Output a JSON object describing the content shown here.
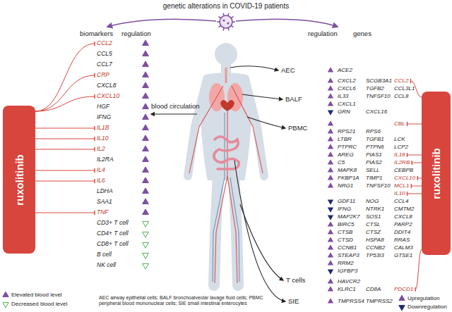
{
  "diagram": {
    "title": "genetic alterations in COVID-19 patients",
    "nodes": [
      {
        "text": [
          "ruxolitinib"
        ]
      },
      {
        "text": [
          "ruxolitinib"
        ]
      }
    ],
    "labels": [
      "biomarkers",
      "regulation",
      "regulation",
      "genes",
      "blood circulation",
      "AEC",
      "BALF",
      "PBMC",
      "T cells",
      "SIE",
      "CCL2",
      "CCL5",
      "CCL7",
      "CRP",
      "CXCL8",
      "CXCL10",
      "HGF",
      "IFNG",
      "IL1B",
      "IL10",
      "IL2",
      "IL2RA",
      "IL4",
      "IL6",
      "LDHA",
      "SAA1",
      "TNF",
      "CD3+ T cell",
      "CD4+ T cell",
      "CD8+ T cell",
      "B cell",
      "NK cell",
      "ACE2",
      "CXCL2",
      "SCGB3A1",
      "CCL2",
      "CXCL6",
      "TGFB2",
      "CCL3L1",
      "IL33",
      "TNFSF10",
      "CCL8",
      "CXCL1",
      "GRN",
      "CXCL16",
      "CBL",
      "RPS21",
      "RPS6",
      "LTBR",
      "TGFB1",
      "LCK",
      "PTPRC",
      "PTPN6",
      "LCP2",
      "AREG",
      "PIAS1",
      "IL18",
      "C5",
      "PIAS2",
      "IL2RB",
      "MAPK8",
      "SELL",
      "CEBPB",
      "FKBP1A",
      "TIMP1",
      "CXCL10",
      "NRG1",
      "TNFSF10",
      "MCL1",
      "IL10",
      "GDF11",
      "NOG",
      "CCL4",
      "IFNG",
      "NTRK1",
      "CMTM2",
      "MAP2K7",
      "SOS1",
      "CXCL8",
      "BIRC5",
      "CTSL",
      "PARP2",
      "CTSB",
      "CTSZ",
      "DDIT4",
      "CTSD",
      "HSPA8",
      "RRAS",
      "CCNB1",
      "CCNB2",
      "CALM3",
      "STEAP3",
      "TP53I3",
      "GTSE1",
      "RRM2",
      "IGFBP3",
      "HAVCR2",
      "KLRC1",
      "CD8A",
      "PDCD1",
      "TMPRSS4",
      "TMPRSS2",
      "AEC airway epithelial cells; BALF bronchoalveolar lavage fluid cells; PBMC peripheral blood mononuclear cells; SIE small intestinal enterocytes"
    ],
    "legend": [
      {
        "text": "Elevated blood level"
      },
      {
        "text": "Decreased blood level"
      },
      {
        "text": "Upregulation"
      },
      {
        "text": "Downregulation"
      }
    ]
  }
}
